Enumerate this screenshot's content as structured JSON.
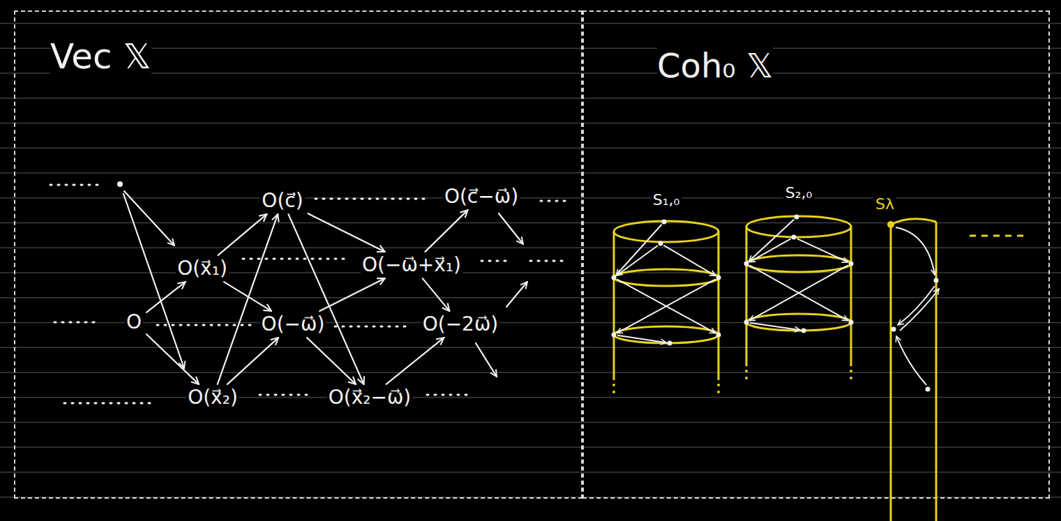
{
  "diagram": {
    "nodes": [
      {
        "text": [
          "Vec 𝕏"
        ]
      },
      {
        "text": [
          "O(c⃗)"
        ],
        "in": 0
      },
      {
        "text": [
          "O(c⃗−ω⃗)"
        ],
        "in": 0
      },
      {
        "text": [
          "O(x⃗₁)"
        ],
        "in": 0
      },
      {
        "text": [
          "O(−ω⃗+x⃗₁)"
        ],
        "in": 0
      },
      {
        "text": [
          "O"
        ],
        "in": 0
      },
      {
        "text": [
          "O(−ω⃗)"
        ],
        "in": 0
      },
      {
        "text": [
          "O(−2ω⃗)"
        ],
        "in": 0
      },
      {
        "text": [
          "O(x⃗₂)"
        ],
        "in": 0
      },
      {
        "text": [
          "O(x⃗₂−ω⃗)"
        ],
        "in": 0
      },
      {
        "text": [
          "Coh₀ 𝕏"
        ]
      },
      {
        "text": [
          "S₁,₀"
        ],
        "in": 10
      },
      {
        "text": [
          "S₂,₀"
        ],
        "in": 10
      },
      {
        "text": [
          "Sλ"
        ],
        "in": 10
      }
    ],
    "edges": [
      {
        "from": 5,
        "to": 3,
        "arrow": "to"
      },
      {
        "from": 5,
        "to": 8,
        "arrow": "to"
      },
      {
        "from": 3,
        "to": 1,
        "arrow": "to"
      },
      {
        "from": 8,
        "to": 1,
        "arrow": "to"
      },
      {
        "from": 3,
        "to": 6,
        "arrow": "to"
      },
      {
        "from": 8,
        "to": 6,
        "arrow": "to"
      },
      {
        "from": 1,
        "to": 4,
        "arrow": "to"
      },
      {
        "from": 1,
        "to": 9,
        "arrow": "to"
      },
      {
        "from": 6,
        "to": 4,
        "arrow": "to"
      },
      {
        "from": 6,
        "to": 9,
        "arrow": "to"
      },
      {
        "from": 4,
        "to": 2,
        "arrow": "to"
      },
      {
        "from": 4,
        "to": 7,
        "arrow": "to"
      },
      {
        "from": 9,
        "to": 7,
        "arrow": "to"
      }
    ]
  }
}
